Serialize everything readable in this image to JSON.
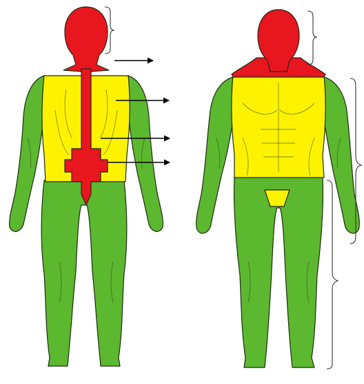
{
  "colors": {
    "zone_red": "#e8161f",
    "zone_yellow": "#fdf300",
    "zone_green": "#5cb82e",
    "outline": "#1e2a12",
    "background": "#ffffff"
  },
  "figures": [
    {
      "view": "back",
      "zones": [
        "head",
        "spine",
        "torso",
        "arms",
        "legs"
      ]
    },
    {
      "view": "front",
      "zones": [
        "head",
        "neck",
        "torso",
        "groin",
        "arms",
        "legs"
      ]
    }
  ],
  "annotations": {
    "arrow_count": 4,
    "bracket_count": 4
  }
}
